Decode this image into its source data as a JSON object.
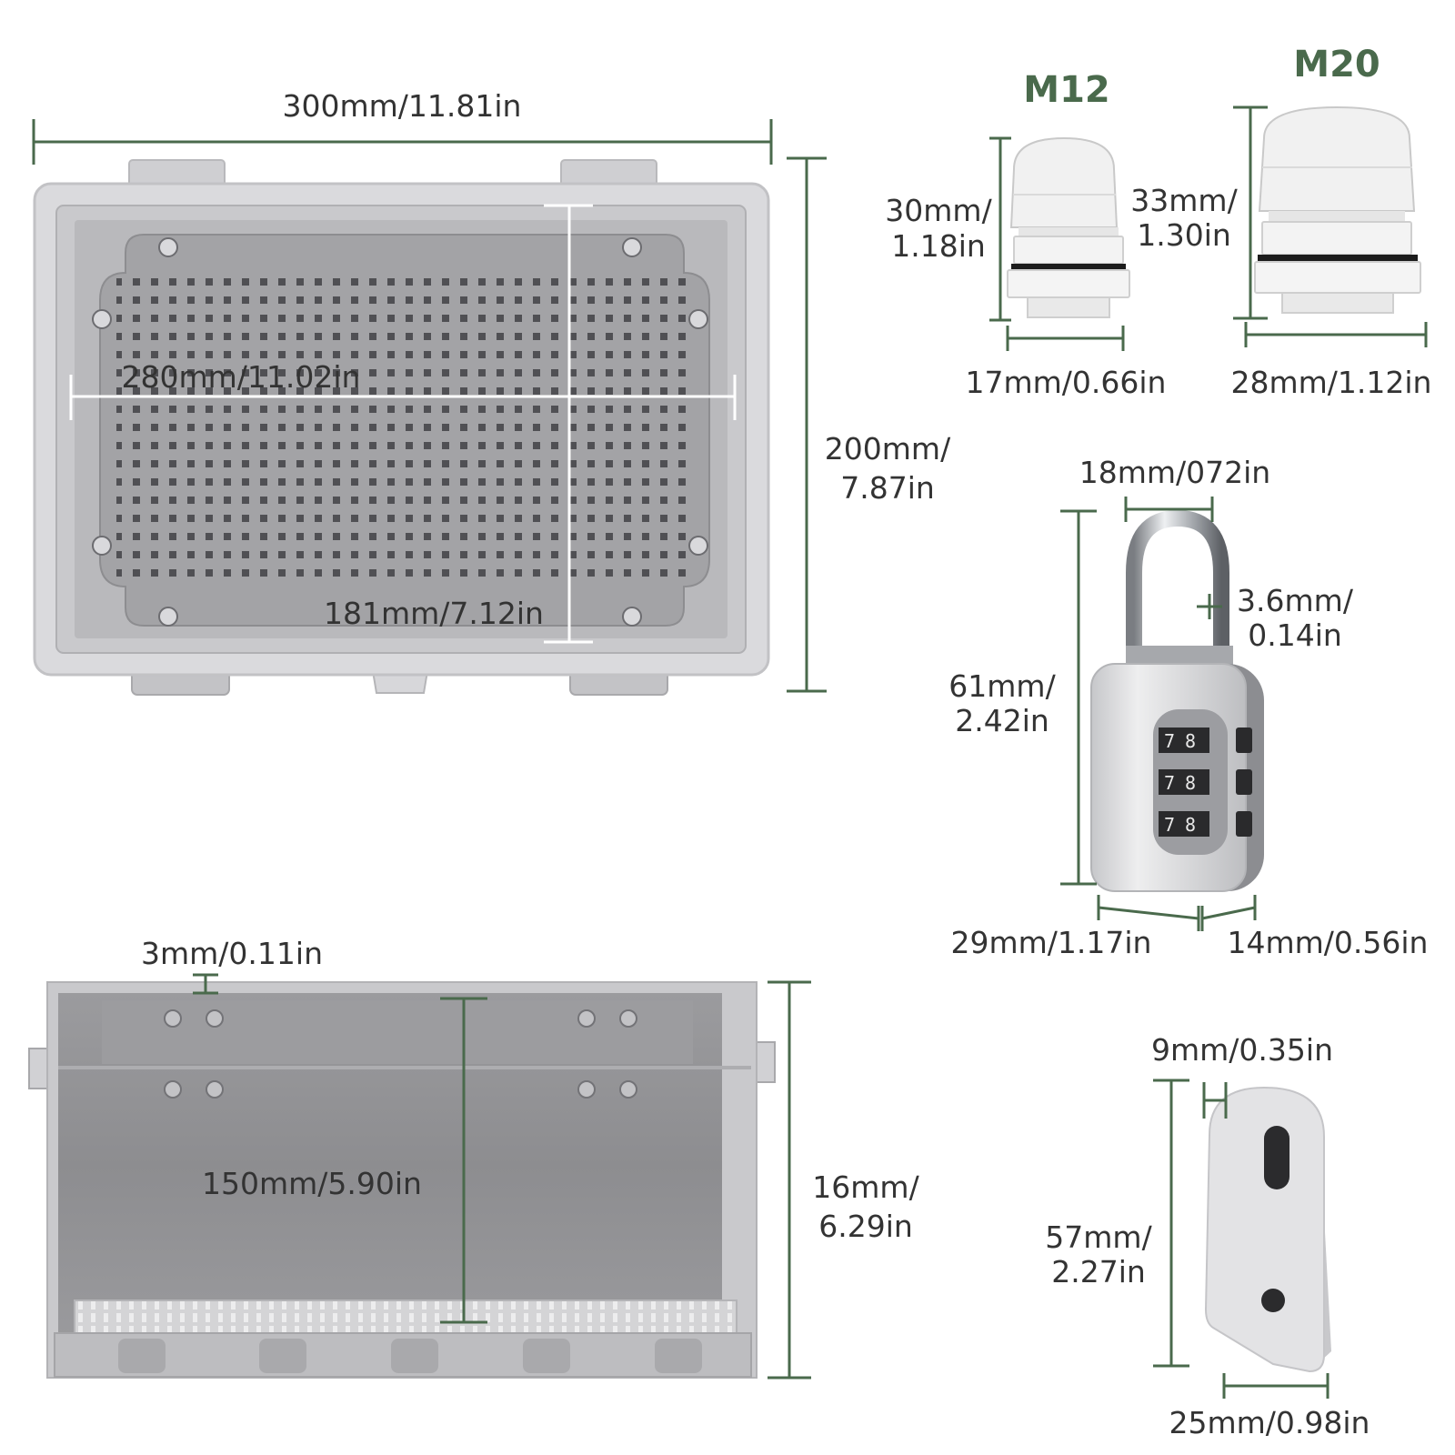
{
  "colors": {
    "dimension_line": "#4a6a4c",
    "dimension_text": "#333333",
    "title_text": "#4a6a4c",
    "enclosure": "#dadadd",
    "backplate": "#a3a3a6",
    "gland": "#f1f1f1",
    "lock_body": "#d9d9dc"
  },
  "enclosure_top": {
    "width_label": "300mm/11.81in",
    "height_label_1": "200mm/",
    "height_label_2": "7.87in",
    "plate_width_label": "280mm/11.02in",
    "plate_height_label": "181mm/7.12in"
  },
  "enclosure_front": {
    "wall_label": "3mm/0.11in",
    "inner_depth_label": "150mm/5.90in",
    "depth_label_1": "16mm/",
    "depth_label_2": "6.29in"
  },
  "gland_m12": {
    "title": "M12",
    "height_label_1": "30mm/",
    "height_label_2": "1.18in",
    "width_label": "17mm/0.66in"
  },
  "gland_m20": {
    "title": "M20",
    "height_label_1": "33mm/",
    "height_label_2": "1.30in",
    "width_label": "28mm/1.12in"
  },
  "padlock": {
    "shackle_width_label": "18mm/072in",
    "shackle_thickness_1": "3.6mm/",
    "shackle_thickness_2": "0.14in",
    "height_label_1": "61mm/",
    "height_label_2": "2.42in",
    "width_label": "29mm/1.17in",
    "depth_label": "14mm/0.56in",
    "dial_digits": [
      "7",
      "8"
    ]
  },
  "mounting_bracket": {
    "thickness_label": "9mm/0.35in",
    "height_label_1": "57mm/",
    "height_label_2": "2.27in",
    "width_label": "25mm/0.98in"
  }
}
